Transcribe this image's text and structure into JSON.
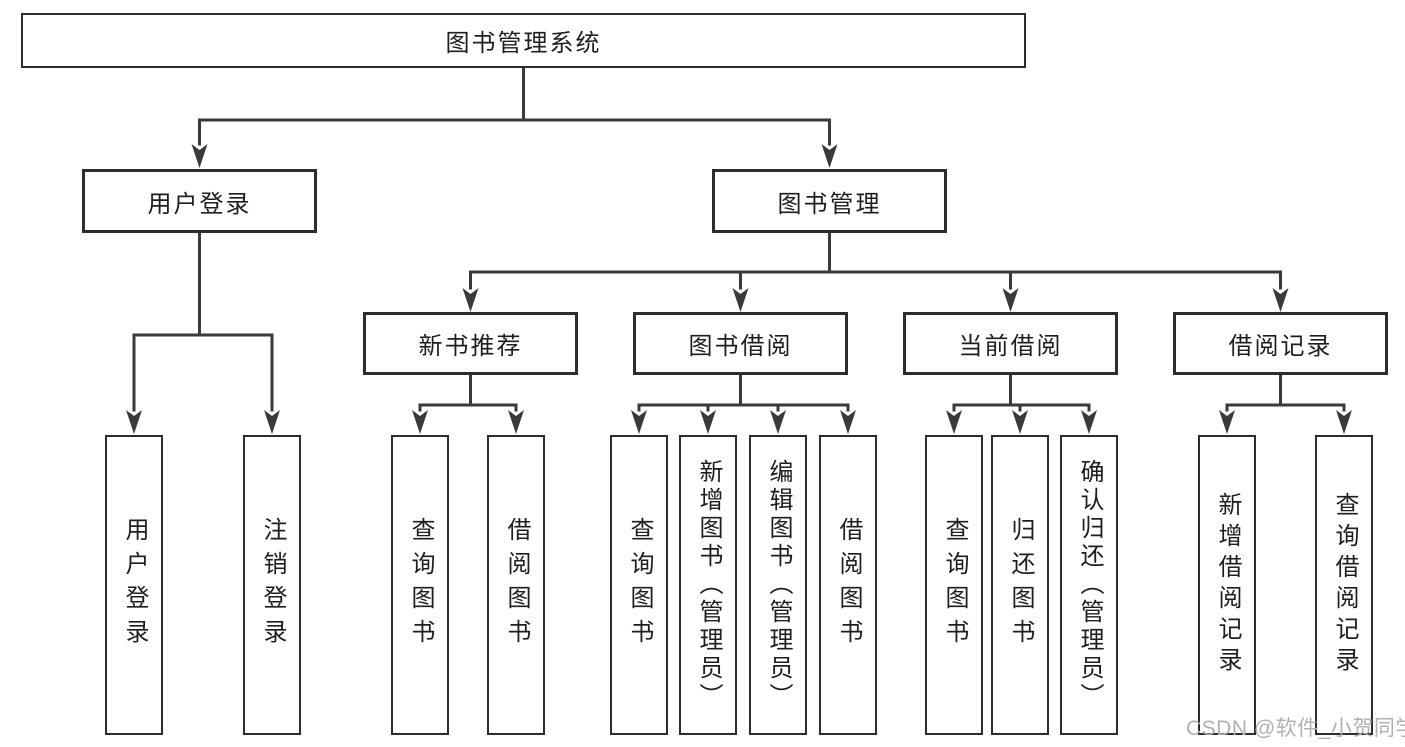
{
  "diagram": {
    "type": "hierarchy-tree",
    "title": "图书管理系统"
  },
  "colors": {
    "background": "#ffffff",
    "box_fill": "#ffffff",
    "box_border": "#2d2d2d",
    "line": "#3a3a3a",
    "text": "#1e1e1e",
    "watermark": "#b0b0b0"
  },
  "hierarchy": {
    "label": "图书管理系统",
    "children": [
      {
        "label": "用户登录",
        "children": [
          {
            "label": "用户登录"
          },
          {
            "label": "注销登录"
          }
        ]
      },
      {
        "label": "图书管理",
        "children": [
          {
            "label": "新书推荐",
            "children": [
              {
                "label": "查询图书"
              },
              {
                "label": "借阅图书"
              }
            ]
          },
          {
            "label": "图书借阅",
            "children": [
              {
                "label": "查询图书"
              },
              {
                "label": "新增图书（管理员）"
              },
              {
                "label": "编辑图书（管理员）"
              },
              {
                "label": "借阅图书"
              }
            ]
          },
          {
            "label": "当前借阅",
            "children": [
              {
                "label": "查询图书"
              },
              {
                "label": "归还图书"
              },
              {
                "label": "确认归还（管理员）"
              }
            ]
          },
          {
            "label": "借阅记录",
            "children": [
              {
                "label": "新增借阅记录"
              },
              {
                "label": "查询借阅记录"
              }
            ]
          }
        ]
      }
    ]
  },
  "watermark": {
    "text": "CSDN @软件_小贺同学"
  }
}
